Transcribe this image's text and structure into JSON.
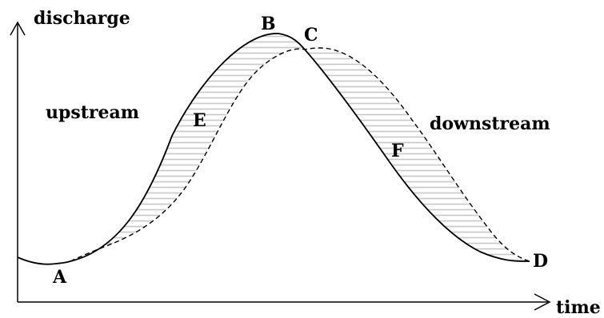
{
  "axes": {
    "y_label": "discharge",
    "x_label": "time"
  },
  "curves": {
    "upstream_label": "upstream",
    "downstream_label": "downstream",
    "upstream_style": "solid",
    "downstream_style": "dashed"
  },
  "points": {
    "a": "A",
    "b": "B",
    "c": "C",
    "d": "D",
    "e": "E",
    "f": "F"
  },
  "colors": {
    "line": "#000000",
    "hatch": "#c8c8c8",
    "background": "#ffffff"
  }
}
